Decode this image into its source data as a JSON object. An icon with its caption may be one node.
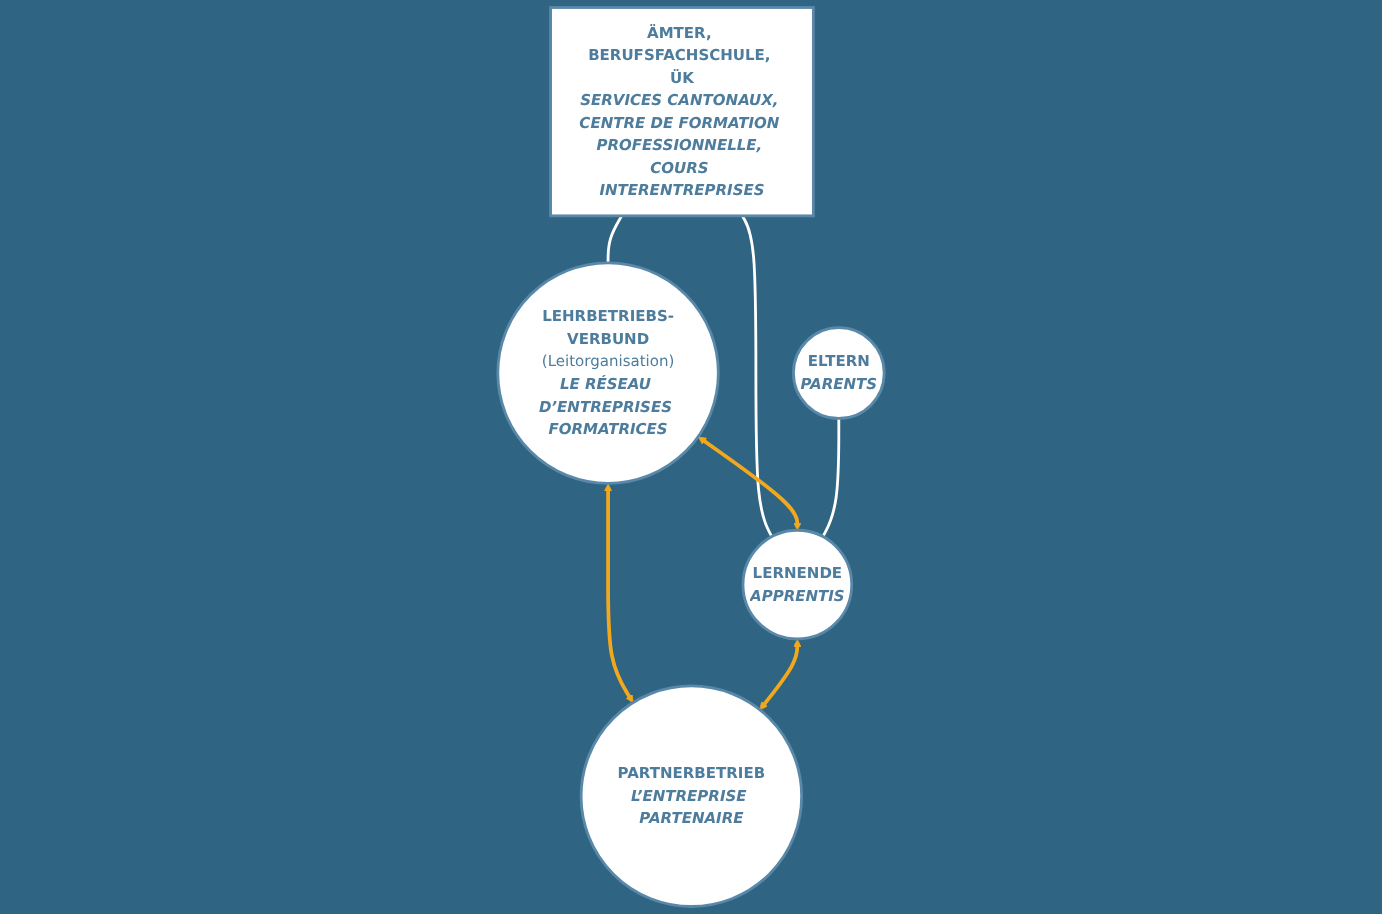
{
  "diagram": {
    "nodes": [
      {
        "text": [
          "ÄMTER, BERUFSFACHSCHULE, ÜK",
          "SERVICES CANTONAUX, CENTRE DE FORMATION PROFESSIONNELLE, COURS INTERENTREPRISES"
        ]
      },
      {
        "text": [
          "LEHRBETRIEBS-VERBUND",
          "(Leitorganisation)",
          "LE RÉSEAU D’ENTREPRISES FORMATRICES"
        ]
      },
      {
        "text": [
          "LERNENDE",
          "APPRENTIS"
        ]
      },
      {
        "text": [
          "PARTNERBETRIEB",
          "L’ENTREPRISE PARTENAIRE"
        ]
      },
      {
        "text": [
          "ELTERN",
          "PARENTS"
        ]
      }
    ],
    "edges": [
      {
        "from": 0,
        "to": 1,
        "arrow": "none"
      },
      {
        "from": 0,
        "to": 2,
        "arrow": "none"
      },
      {
        "from": 1,
        "to": 2,
        "arrow": "both",
        "color": "#f2a81d"
      },
      {
        "from": 1,
        "to": 3,
        "arrow": "both",
        "color": "#f2a81d"
      },
      {
        "from": 2,
        "to": 3,
        "arrow": "both",
        "color": "#f2a81d"
      },
      {
        "from": 4,
        "to": 2,
        "arrow": "none"
      }
    ]
  }
}
